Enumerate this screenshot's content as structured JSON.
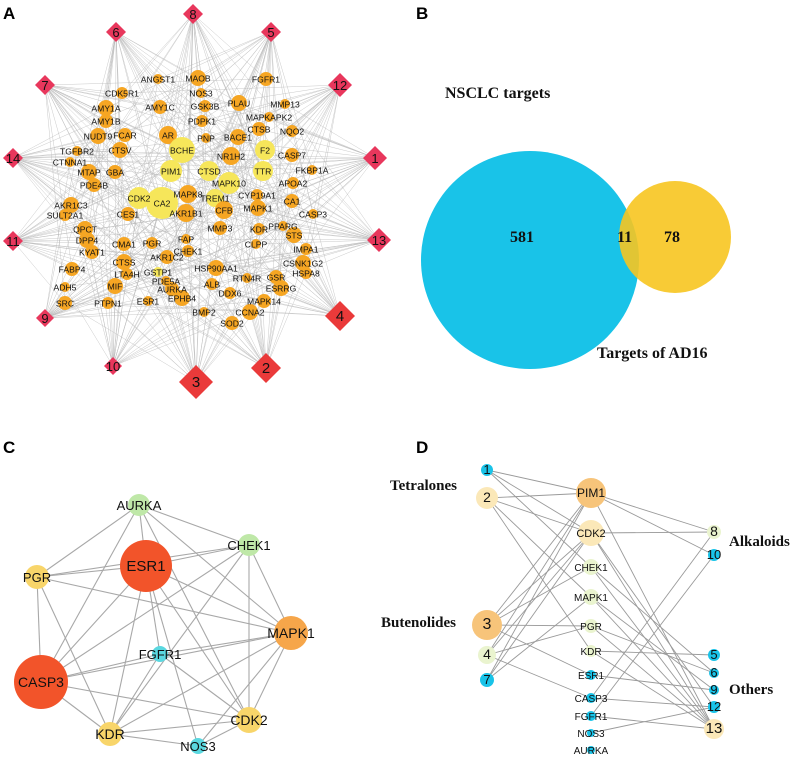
{
  "panels": {
    "a": "A",
    "b": "B",
    "c": "C",
    "d": "D"
  },
  "colors": {
    "diamond": "#e8375c",
    "diamond_big": "#ea3a3a",
    "orange": "#f6a623",
    "yellow": "#f6e65a",
    "light_yellow": "#f8f1a8",
    "cyan": "#19c3e8",
    "gold": "#f7c520",
    "red_orange": "#f2542a",
    "orange_light": "#f6a64a",
    "yellow_light": "#f8d56a",
    "green_light": "#bfe8a8",
    "cyan_light": "#5ad8e0",
    "peach": "#f7c47a",
    "cream": "#fbe8b8",
    "pale_green": "#eaf4cf",
    "edge": "#9a9a9a"
  },
  "panel_a": {
    "compounds": [
      "1",
      "2",
      "3",
      "4",
      "5",
      "6",
      "7",
      "8",
      "9",
      "10",
      "11",
      "12",
      "13",
      "14"
    ],
    "targets": [
      "ANGST1",
      "MAOB",
      "FGFR1",
      "CDK5R1",
      "NOS3",
      "AMY1A",
      "AMY1C",
      "GSK3B",
      "MMP13",
      "PLAU",
      "AMY1B",
      "PDPK1",
      "MAPKAPK2",
      "NUDT9",
      "FCAR",
      "AR",
      "PNP",
      "BACE1",
      "CTSB",
      "NQO2",
      "TGFBR2",
      "CTSV",
      "BCHE",
      "F2",
      "CTNNA1",
      "NR1H2",
      "CASP7",
      "PIM1",
      "CTSD",
      "MTAP",
      "GBA",
      "TTR",
      "FKBP1A",
      "MAPK10",
      "PDE4B",
      "APOA2",
      "CDK2",
      "CA2",
      "MAPK8",
      "CYP19A1",
      "TREM1",
      "AKR1C3",
      "CES1",
      "AKR1B1",
      "CFB",
      "MAPK1",
      "CA1",
      "SULT2A1",
      "CASP3",
      "QPCT",
      "MMP3",
      "KDR",
      "PPARG",
      "DPP4",
      "CMA1",
      "PGR",
      "FAP",
      "STS",
      "KYAT1",
      "CHEK1",
      "CLPP",
      "CTSS",
      "AKR1C2",
      "IMPA1",
      "GSTP1",
      "CSNK1G2",
      "FABP4",
      "LTA4H",
      "PDE5A",
      "HSP90AA1",
      "GSR",
      "HSPA8",
      "ADH5",
      "MIF",
      "AURKA",
      "ALB",
      "RTN4R",
      "ESRRG",
      "SRC",
      "PTPN1",
      "ESR1",
      "EPHB4",
      "MAPK14",
      "DDX6",
      "BMP2",
      "CCNA2",
      "SOD2"
    ]
  },
  "panel_b": {
    "label_nsclc": "NSCLC targets",
    "label_ad16": "Targets of AD16",
    "only_nsclc": "581",
    "shared": "11",
    "only_ad16": "78"
  },
  "panel_c": {
    "nodes": [
      "AURKA",
      "CHEK1",
      "PGR",
      "ESR1",
      "MAPK1",
      "CASP3",
      "FGFR1",
      "KDR",
      "NOS3",
      "CDK2"
    ]
  },
  "panel_d": {
    "groups": {
      "tetralones": "Tetralones",
      "butenolides": "Butenolides",
      "alkaloids": "Alkaloids",
      "others": "Others"
    },
    "left": [
      "1",
      "2",
      "3",
      "4",
      "7"
    ],
    "middle": [
      "PIM1",
      "CDK2",
      "CHEK1",
      "MAPK1",
      "PGR",
      "KDR",
      "ESR1",
      "CASP3",
      "FGFR1",
      "NOS3",
      "AURKA"
    ],
    "right": [
      "8",
      "10",
      "5",
      "6",
      "9",
      "12",
      "13"
    ]
  }
}
